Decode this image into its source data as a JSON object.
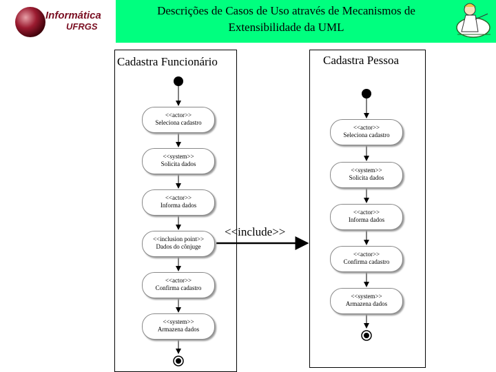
{
  "header": {
    "title_line1": "Descrições de Casos de Uso através de Mecanismos de",
    "title_line2": "Extensibilidade da UML",
    "logo_text_main": "Informática",
    "logo_text_sub": "UFRGS",
    "logo_icon": "ufrgs-sphere-logo",
    "mascot_icon": "mascot-figure",
    "bar_color": "#00ff7f"
  },
  "left": {
    "title": "Cadastra Funcionário",
    "nodes": [
      {
        "stereotype": "<<actor>>",
        "name": "Seleciona cadastro"
      },
      {
        "stereotype": "<<system>>",
        "name": "Solicita dados"
      },
      {
        "stereotype": "<<actor>>",
        "name": "Informa dados"
      },
      {
        "stereotype": "<<inclusion point>>",
        "name": "Dados do cônjuge"
      },
      {
        "stereotype": "<<actor>>",
        "name": "Confirma cadastro"
      },
      {
        "stereotype": "<<system>>",
        "name": "Armazena dados"
      }
    ]
  },
  "right": {
    "title": "Cadastra Pessoa",
    "nodes": [
      {
        "stereotype": "<<actor>>",
        "name": "Seleciona cadastro"
      },
      {
        "stereotype": "<<system>>",
        "name": "Solicita dados"
      },
      {
        "stereotype": "<<actor>>",
        "name": "Informa dados"
      },
      {
        "stereotype": "<<actor>>",
        "name": "Confirma cadastro"
      },
      {
        "stereotype": "<<system>>",
        "name": "Armazena dados"
      }
    ]
  },
  "include_label": "<<include>>"
}
